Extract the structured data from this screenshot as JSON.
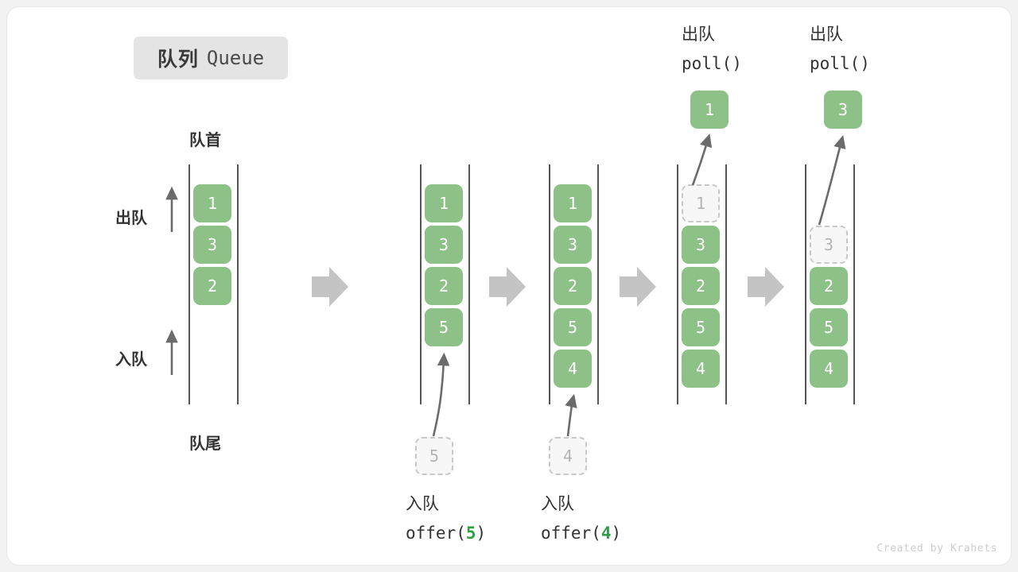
{
  "diagram": {
    "title_cn": "队列",
    "title_en": "Queue",
    "front_label": "队首",
    "rear_label": "队尾",
    "dequeue_label": "出队",
    "enqueue_label": "入队",
    "credit": "Created by Krahets",
    "colors": {
      "cell_fill": "#8ec187",
      "cell_text": "#ffffff",
      "ghost_fill": "#f7f7f7",
      "ghost_border": "#c8c8c8",
      "ghost_text": "#b4b4b4",
      "rail": "#555555",
      "arrow_gray": "#c4c4c4",
      "thin_arrow": "#6b6b6b",
      "accent_green": "#2f9e44",
      "chip_bg": "#e4e4e4",
      "card_bg": "#ffffff",
      "page_bg": "#f2f2f2"
    }
  },
  "stages": [
    {
      "id": "stage-initial",
      "cells": [
        {
          "value": "1",
          "state": "filled"
        },
        {
          "value": "3",
          "state": "filled"
        },
        {
          "value": "2",
          "state": "filled"
        }
      ],
      "side_labels": {
        "top": "出队",
        "bottom": "入队"
      },
      "head_label": "队首",
      "tail_label": "队尾"
    },
    {
      "id": "stage-offer-5",
      "cells": [
        {
          "value": "1",
          "state": "filled"
        },
        {
          "value": "3",
          "state": "filled"
        },
        {
          "value": "2",
          "state": "filled"
        },
        {
          "value": "5",
          "state": "filled"
        }
      ],
      "incoming": {
        "value": "5",
        "state": "ghost"
      },
      "caption_cn": "入队",
      "caption_code_prefix": "offer(",
      "caption_code_value": "5",
      "caption_code_suffix": ")"
    },
    {
      "id": "stage-offer-4",
      "cells": [
        {
          "value": "1",
          "state": "filled"
        },
        {
          "value": "3",
          "state": "filled"
        },
        {
          "value": "2",
          "state": "filled"
        },
        {
          "value": "5",
          "state": "filled"
        },
        {
          "value": "4",
          "state": "filled"
        }
      ],
      "incoming": {
        "value": "4",
        "state": "ghost"
      },
      "caption_cn": "入队",
      "caption_code_prefix": "offer(",
      "caption_code_value": "4",
      "caption_code_suffix": ")"
    },
    {
      "id": "stage-poll-1",
      "cells": [
        {
          "value": "1",
          "state": "ghost"
        },
        {
          "value": "3",
          "state": "filled"
        },
        {
          "value": "2",
          "state": "filled"
        },
        {
          "value": "5",
          "state": "filled"
        },
        {
          "value": "4",
          "state": "filled"
        }
      ],
      "outgoing": {
        "value": "1",
        "state": "filled"
      },
      "caption_cn": "出队",
      "caption_code": "poll()"
    },
    {
      "id": "stage-poll-3",
      "cells": [
        {
          "value": "3",
          "state": "ghost"
        },
        {
          "value": "2",
          "state": "filled"
        },
        {
          "value": "5",
          "state": "filled"
        },
        {
          "value": "4",
          "state": "filled"
        }
      ],
      "outgoing": {
        "value": "3",
        "state": "filled"
      },
      "caption_cn": "出队",
      "caption_code": "poll()"
    }
  ]
}
